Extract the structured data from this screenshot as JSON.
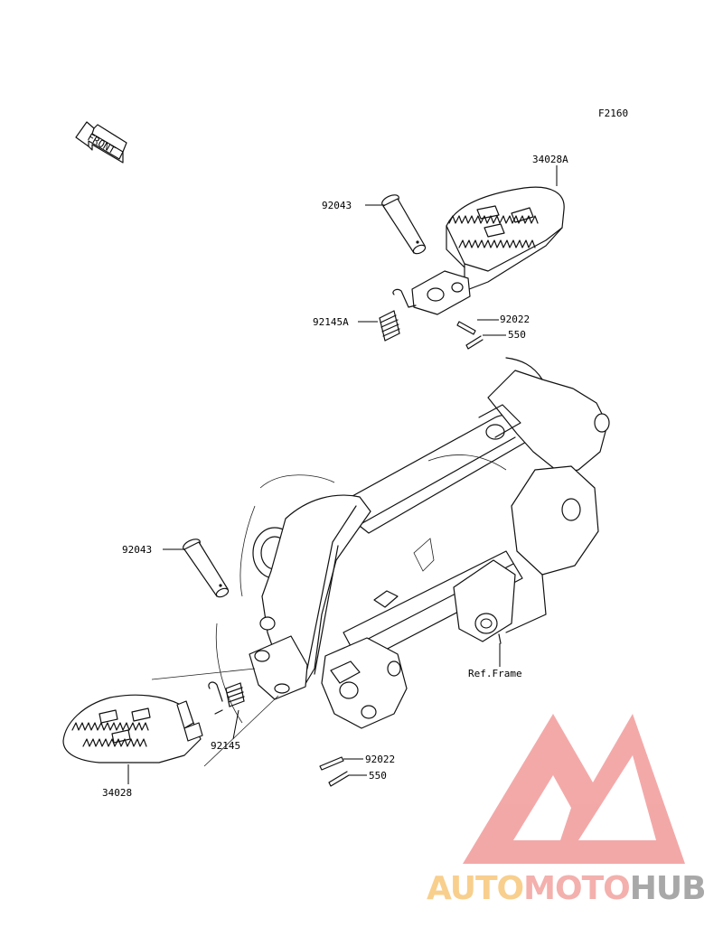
{
  "diagram": {
    "figure_code": "F2160",
    "front_arrow_label": "FRONT",
    "reference_label": "Ref.Frame",
    "upper_footpeg": {
      "footpeg": "34028A",
      "pin": "92043",
      "spring": "92145A",
      "washer": "92022",
      "cotter_pin": "550"
    },
    "lower_footpeg": {
      "footpeg": "34028",
      "pin": "92043",
      "spring": "92145",
      "washer": "92022",
      "cotter_pin": "550"
    }
  },
  "watermark": {
    "part_1": "AUTO",
    "part_2": "MOTO",
    "part_3": "HUB",
    "color_auto": "#f7c77a",
    "color_moto": "#f2a39f",
    "color_hub": "#9a9a9a",
    "logo_color": "#f29a9a"
  }
}
